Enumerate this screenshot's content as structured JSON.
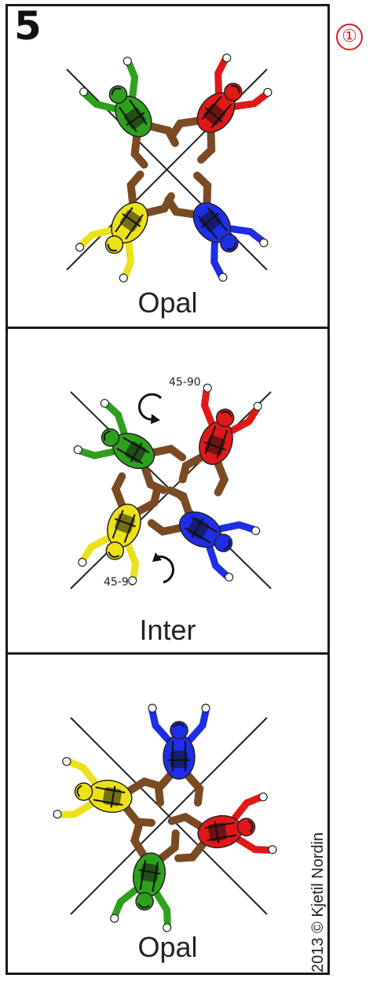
{
  "step": {
    "number": "5",
    "badge": "①"
  },
  "panels": [
    {
      "label": "Opal"
    },
    {
      "label": "Inter",
      "turn_top": "45-90",
      "turn_bottom": "45-90"
    },
    {
      "label": "Opal"
    }
  ],
  "credit": "2013 © Kjetil Nordin",
  "colors": {
    "green": "#2fa01e",
    "red": "#e01818",
    "yellow": "#ece21a",
    "blue": "#1e2ee6",
    "skin": "#7a4a22",
    "line": "#222222"
  }
}
